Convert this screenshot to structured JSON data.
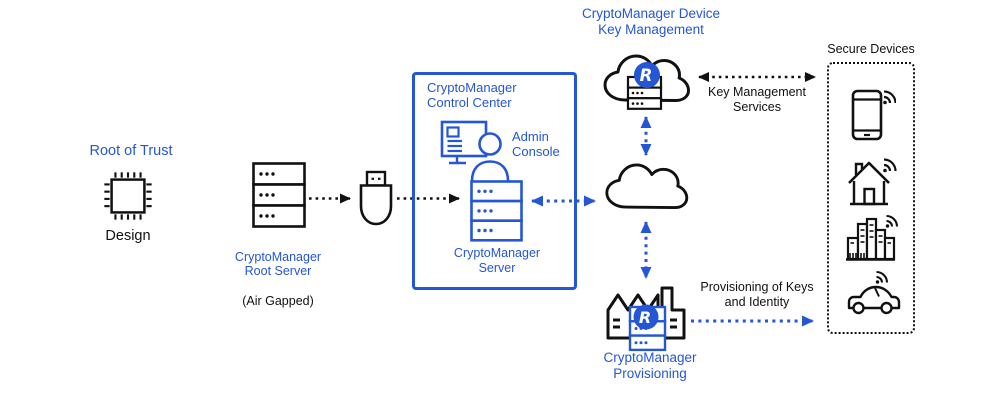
{
  "colors": {
    "accent_blue": "#2456d6",
    "line_black": "#111111",
    "background": "#ffffff"
  },
  "logo": {
    "letter": "R"
  },
  "root_of_trust": {
    "title": "Root of Trust",
    "caption": "Design",
    "icon": "chip-icon"
  },
  "root_server": {
    "name": "CryptoManager\nRoot Server",
    "note": "(Air Gapped)",
    "icon": "server-icon"
  },
  "transfer": {
    "icon": "usb-drive-icon"
  },
  "control_center": {
    "title": "CryptoManager\nControl Center",
    "admin_console_label": "Admin\nConsole",
    "server_label": "CryptoManager\nServer"
  },
  "device_key_management": {
    "title": "CryptoManager Device\nKey Management",
    "icon": "cloud-server-icon"
  },
  "network": {
    "icon": "cloud-icon"
  },
  "provisioning": {
    "title": "CryptoManager\nProvisioning",
    "icon": "factory-server-icon"
  },
  "secure_devices": {
    "title": "Secure Devices",
    "devices": [
      {
        "name": "smartphone",
        "icon": "smartphone-wifi-icon"
      },
      {
        "name": "smart-home",
        "icon": "home-wifi-icon"
      },
      {
        "name": "smart-city",
        "icon": "buildings-wifi-icon"
      },
      {
        "name": "connected-car",
        "icon": "car-wifi-icon"
      }
    ]
  },
  "connections": {
    "key_management_services_label": "Key Management\nServices",
    "provisioning_label": "Provisioning of Keys\nand Identity"
  }
}
